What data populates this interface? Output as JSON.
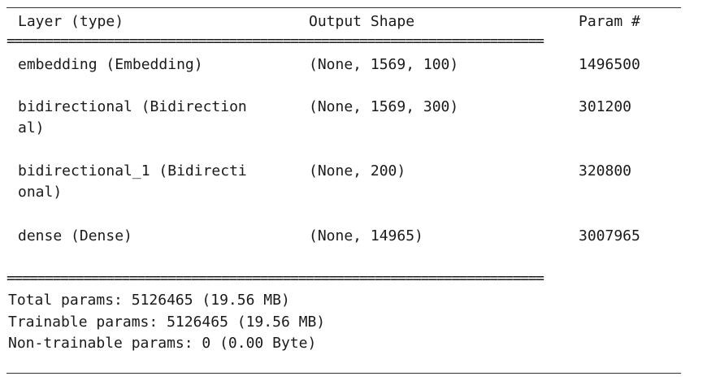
{
  "header": {
    "layer_col": "Layer (type)",
    "shape_col": "Output Shape",
    "param_col": "Param #"
  },
  "separator": "======================================================================",
  "rows": [
    {
      "layer_line1": "embedding (Embedding)",
      "layer_line2": "",
      "shape": "(None, 1569, 100)",
      "params": "1496500"
    },
    {
      "layer_line1": "bidirectional (Bidirection",
      "layer_line2": "al)",
      "shape": "(None, 1569, 300)",
      "params": "301200"
    },
    {
      "layer_line1": "bidirectional_1 (Bidirecti",
      "layer_line2": "onal)",
      "shape": "(None, 200)",
      "params": "320800"
    },
    {
      "layer_line1": "dense (Dense)",
      "layer_line2": "",
      "shape": "(None, 14965)",
      "params": "3007965"
    }
  ],
  "totals": {
    "total": "Total params: 5126465 (19.56 MB)",
    "trainable": "Trainable params: 5126465 (19.56 MB)",
    "non_trainable": "Non-trainable params: 0 (0.00 Byte)"
  }
}
